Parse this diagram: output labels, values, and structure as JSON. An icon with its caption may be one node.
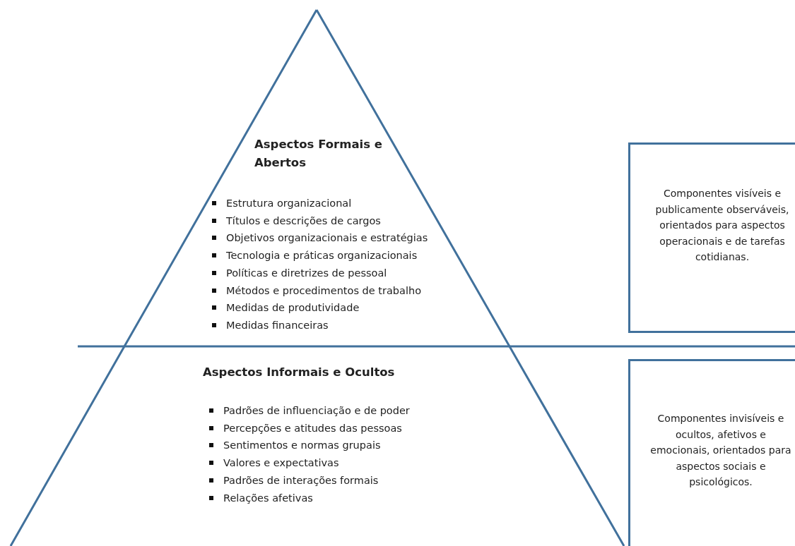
{
  "diagram": {
    "nodes": [
      {
        "text": [
          "Aspectos Formais e Abertos",
          "Estrutura organizacional",
          "Títulos e descrições de cargos",
          "Objetivos organizacionais e estratégias",
          "Tecnologia e práticas organizacionais",
          "Políticas e diretrizes de pessoal",
          "Métodos e procedimentos de trabalho",
          "Medidas de produtividade",
          "Medidas financeiras"
        ]
      },
      {
        "text": [
          "Aspectos Informais e Ocultos",
          "Padrões de influenciação e de poder",
          "Percepções e atitudes das pessoas",
          "Sentimentos e normas grupais",
          "Valores e expectativas",
          "Padrões de interações formais",
          "Relações afetivas"
        ]
      },
      {
        "text": [
          "Componentes visíveis e publicamente observáveis, orientados para aspectos operacionais e de tarefas cotidianas."
        ]
      },
      {
        "text": [
          "Componentes invisíveis e ocultos, afetivos e emocionais, orientados para aspectos sociais e psicológicos."
        ]
      }
    ]
  }
}
